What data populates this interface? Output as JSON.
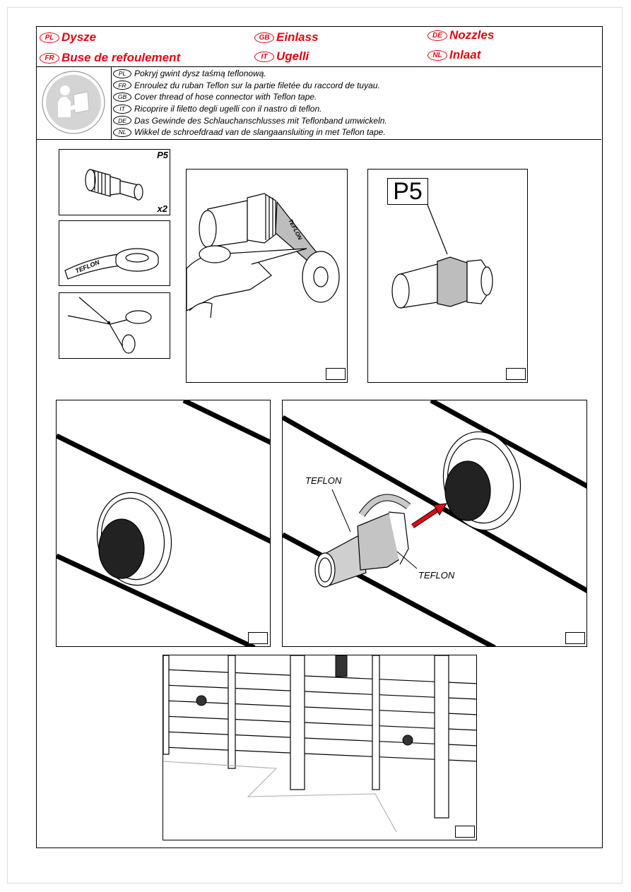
{
  "header": {
    "items": [
      {
        "code": "PL",
        "title": "Dysze"
      },
      {
        "code": "GB",
        "title": "Einlass"
      },
      {
        "code": "DE",
        "title": "Nozzles"
      },
      {
        "code": "FR",
        "title": "Buse de refoulement"
      },
      {
        "code": "IT",
        "title": "Ugelli"
      },
      {
        "code": "NL",
        "title": "Inlaat"
      }
    ]
  },
  "instructions": [
    {
      "code": "PL",
      "text": "Pokryj gwint dysz taśmą teflonową."
    },
    {
      "code": "FR",
      "text": "Enroulez du ruban Teflon sur la partie filetée du raccord de tuyau."
    },
    {
      "code": "GB",
      "text": "Cover thread of hose connector with Teflon tape."
    },
    {
      "code": "IT",
      "text": "Ricoprire il filetto degli ugelli con il nastro di teflon."
    },
    {
      "code": "DE",
      "text": "Das Gewinde des Schlauchanschlusses mit Teflonband umwickeln."
    },
    {
      "code": "NL",
      "text": "Wikkel de schroefdraad van de slangaansluiting in met Teflon tape."
    }
  ],
  "parts": {
    "part_code": "P5",
    "quantity": "x2",
    "tape_label": "TEFLON"
  },
  "callouts": {
    "detail_part": "P5",
    "teflon_label_top": "TEFLON",
    "teflon_label_bottom": "TEFLON"
  },
  "colors": {
    "accent": "#e30613",
    "ink": "#000000",
    "tape": "#b8b8b8"
  },
  "icons": [
    "read-manual-icon",
    "nozzle-icon",
    "teflon-tape-icon",
    "scissors-icon",
    "rotate-arrow-icon",
    "insert-arrow-icon"
  ]
}
